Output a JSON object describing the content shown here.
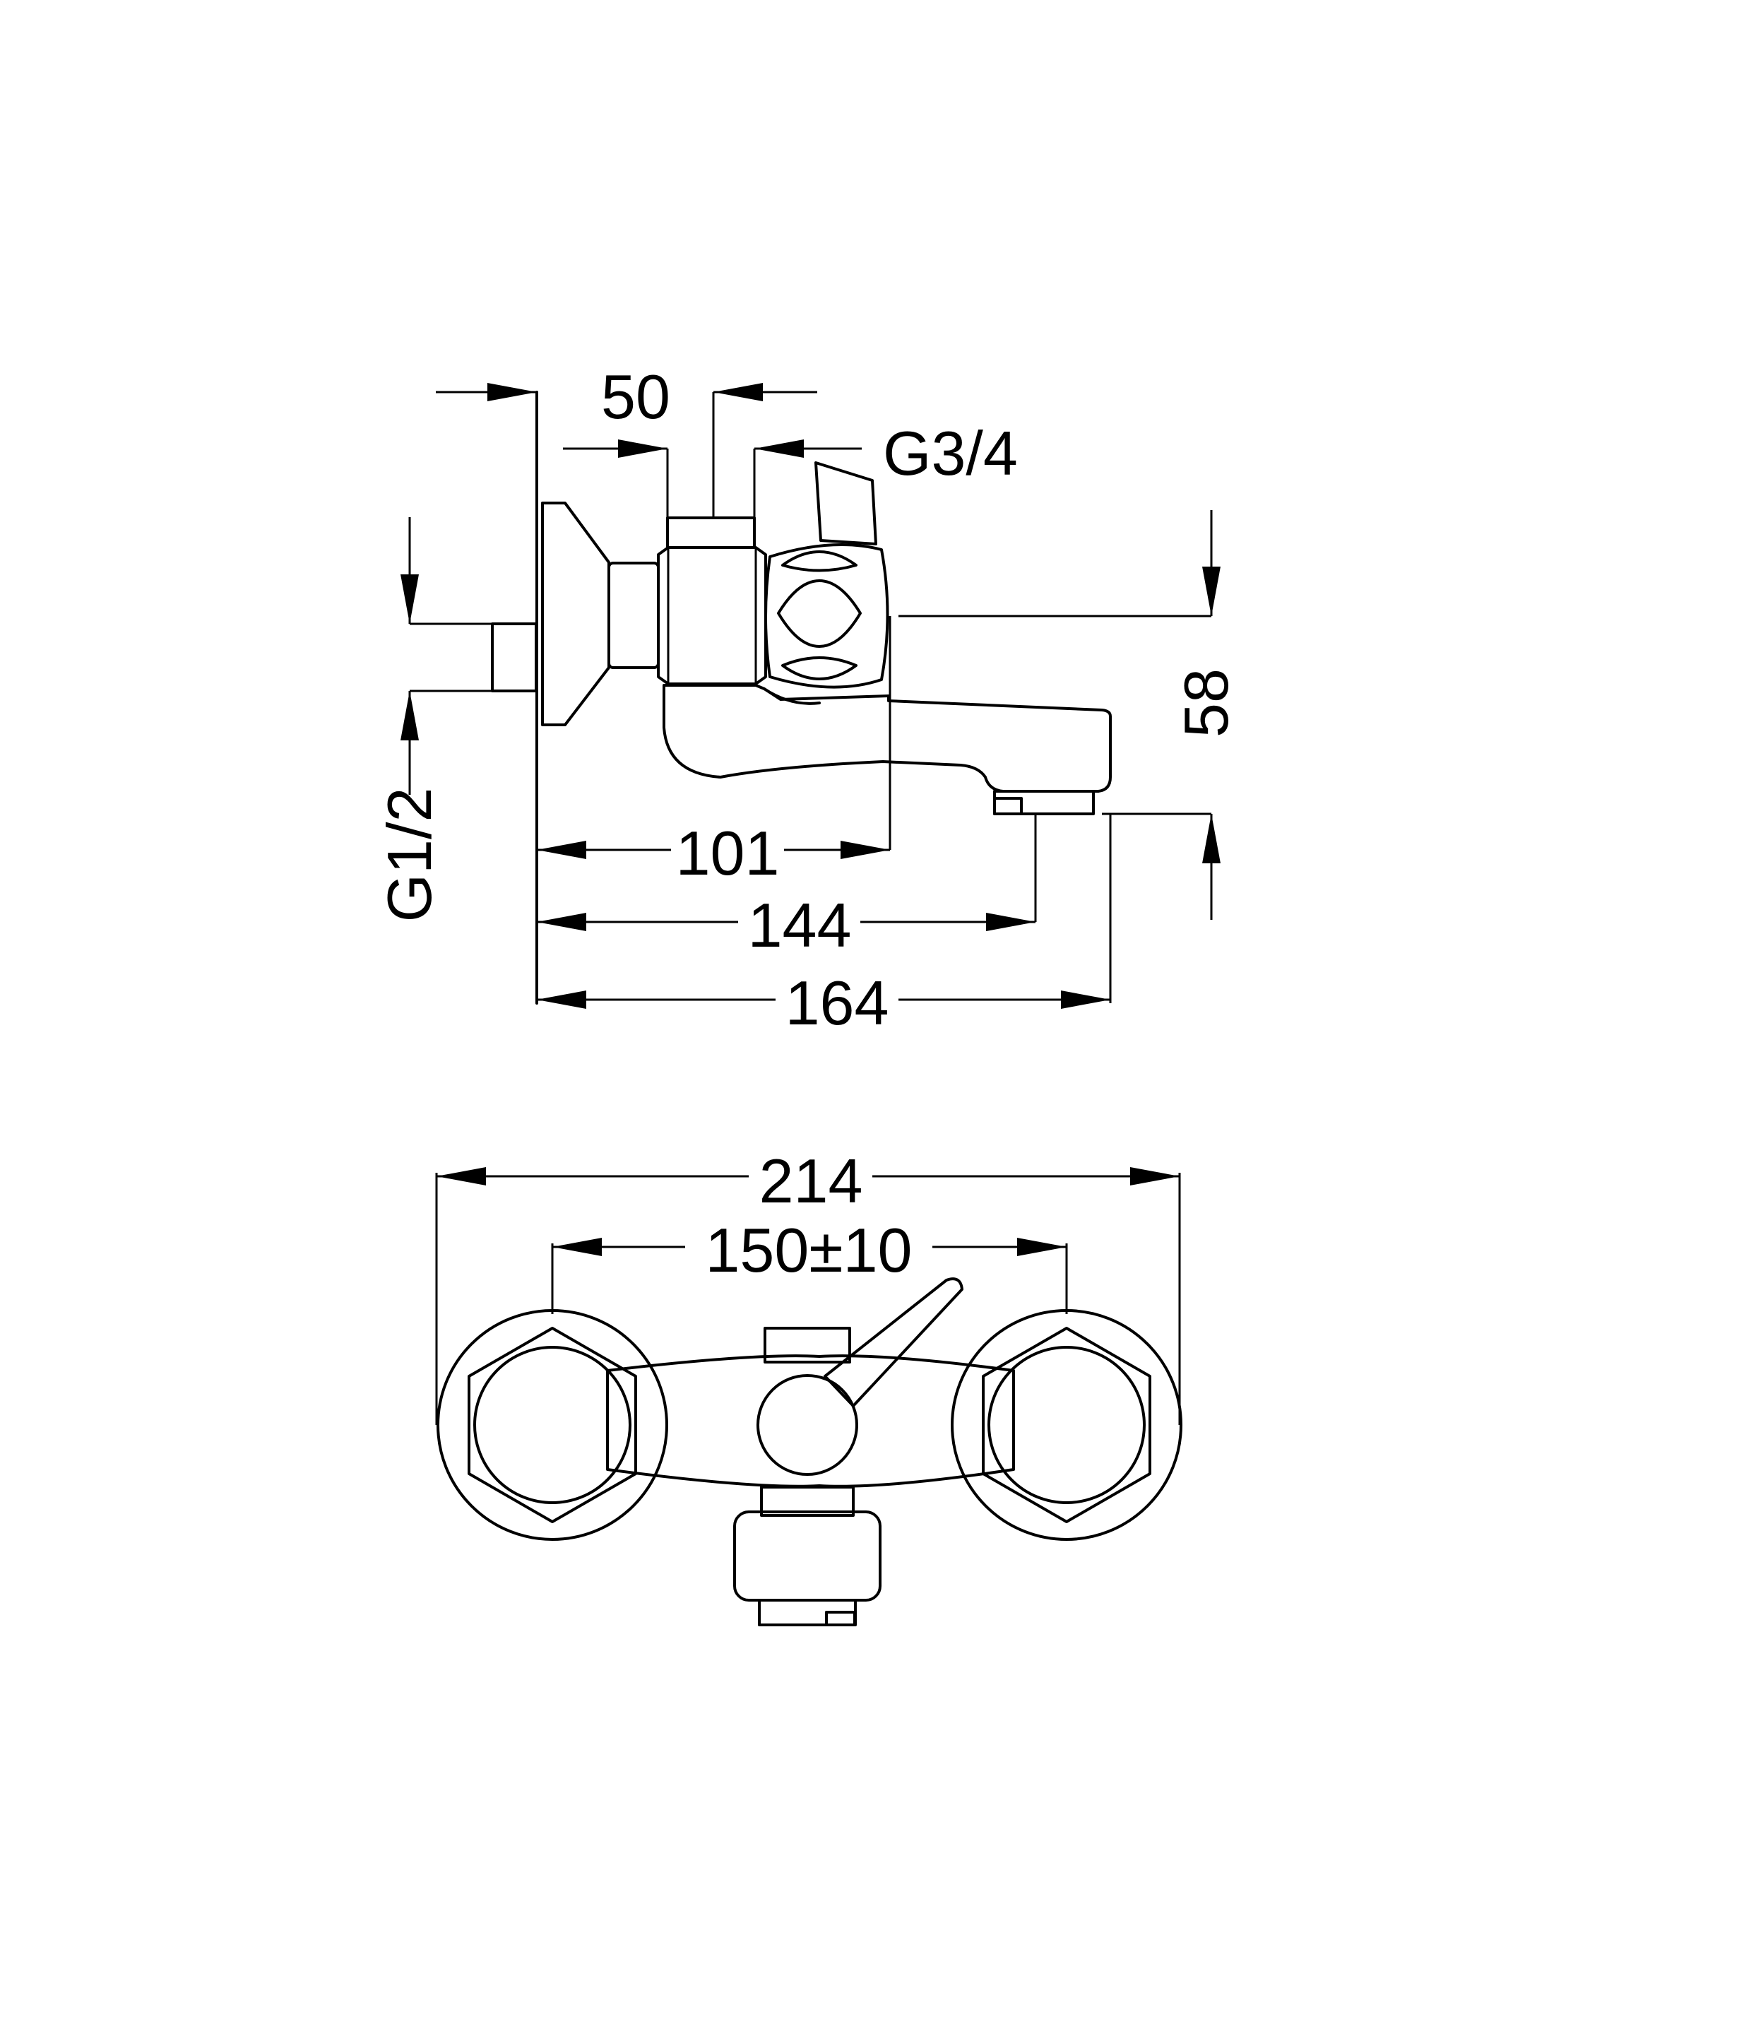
{
  "side_view": {
    "dim_spout_outlet": "50",
    "dim_thread_top": "G3/4",
    "dim_inlet_thread": "G1/2",
    "dim_height": "58",
    "dim_length_handle": "101",
    "dim_length_outlet": "144",
    "dim_length_total": "164"
  },
  "front_view": {
    "dim_total_width": "214",
    "dim_centers": "150±10"
  }
}
